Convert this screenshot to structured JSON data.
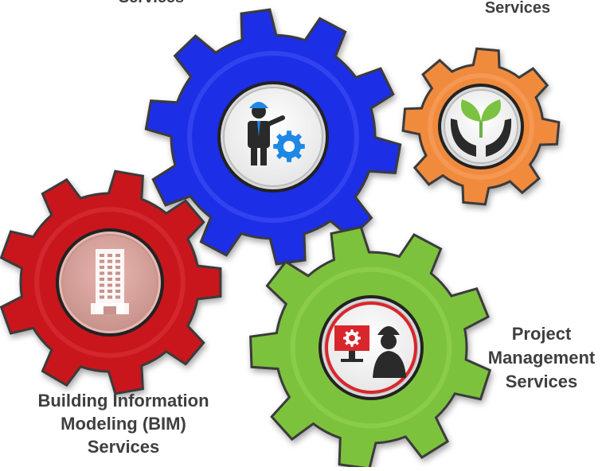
{
  "gears": [
    {
      "id": "gear-blue",
      "color": "#1f2fe6",
      "dark": "#0f18a8",
      "light": "#5a66ff",
      "icon": "engineer-with-gear-icon"
    },
    {
      "id": "gear-orange",
      "color": "#f08a3c",
      "dark": "#b85f1e",
      "light": "#ffb27a",
      "icon": "hands-holding-plant-icon"
    },
    {
      "id": "gear-red",
      "color": "#c8171d",
      "dark": "#8a0d11",
      "light": "#e8484d",
      "icon": "building-icon"
    },
    {
      "id": "gear-green",
      "color": "#7dc23c",
      "dark": "#4f8a1e",
      "light": "#a8e06a",
      "icon": "worker-at-computer-icon"
    }
  ],
  "labels": {
    "top_left": {
      "lines": [
        "Services"
      ]
    },
    "top_right": {
      "lines": [
        "Services"
      ]
    },
    "bim": {
      "lines": [
        "Building Information",
        "Modeling (BIM)",
        "Services"
      ]
    },
    "pm": {
      "lines": [
        "Project",
        "Management",
        "Services"
      ]
    }
  }
}
